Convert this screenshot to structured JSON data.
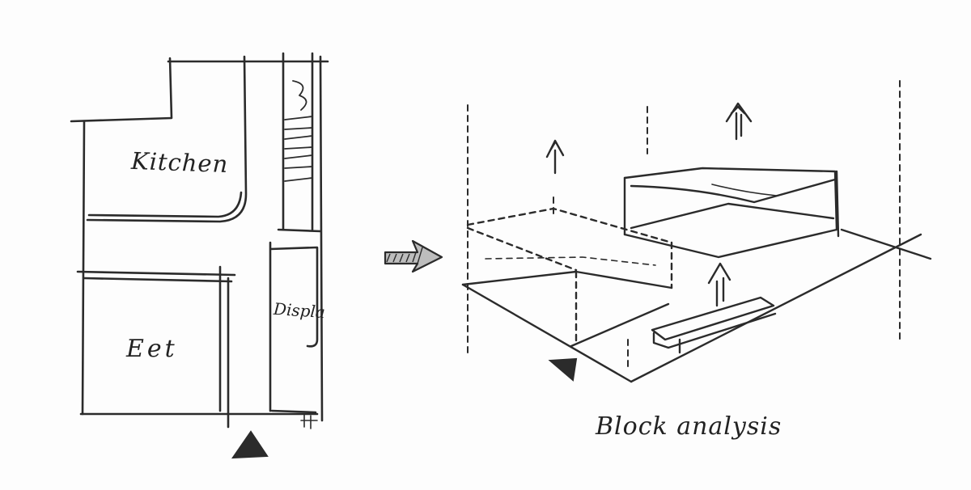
{
  "plan": {
    "kitchen_label": "Kitchen",
    "eat_label": "Eet",
    "display_label": "Displa"
  },
  "axon": {
    "caption": "Block analysis"
  },
  "colors": {
    "ink": "#2b2b2b",
    "paper": "#fdfdfd"
  },
  "icons": [
    "entry-triangle-icon",
    "approach-arrow-icon",
    "up-arrow-icon"
  ]
}
